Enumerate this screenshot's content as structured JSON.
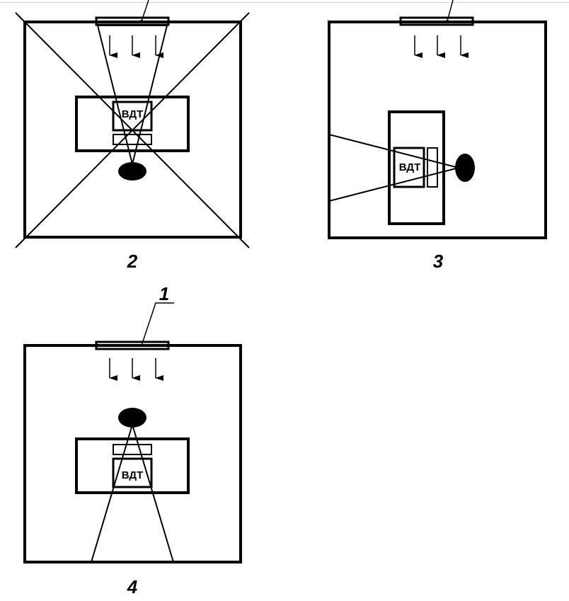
{
  "figures": [
    {
      "number": "2",
      "monitor_label": "ВДТ"
    },
    {
      "number": "3",
      "monitor_label": "ВДТ"
    },
    {
      "number": "4",
      "monitor_label": "ВДТ",
      "window_callout": "1"
    }
  ],
  "colors": {
    "ink": "#000000",
    "background": "#ffffff"
  }
}
